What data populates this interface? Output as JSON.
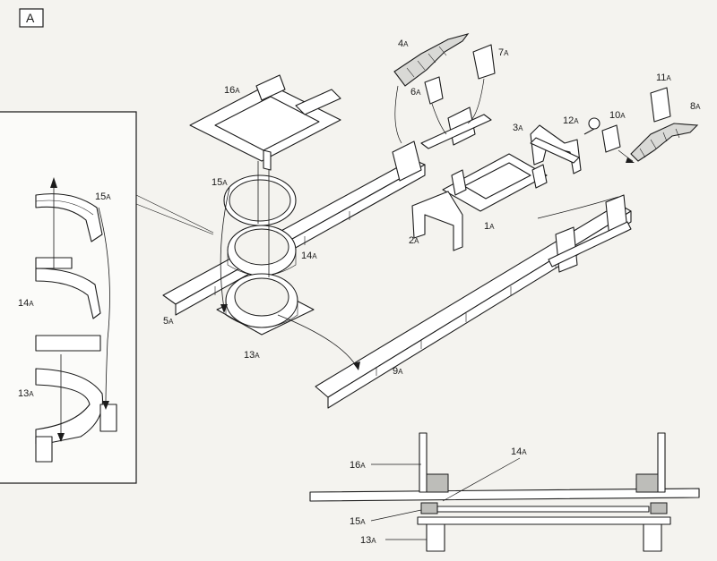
{
  "step": {
    "letter": "A"
  },
  "colors": {
    "ink": "#1c1c1c",
    "paper": "#f4f3ef",
    "section": "#bdbdb9"
  },
  "labels": {
    "p1": "1",
    "p2": "2",
    "p3": "3",
    "p4": "4",
    "p5": "5",
    "p6": "6",
    "p7": "7",
    "p8": "8",
    "p9": "9",
    "p10": "10",
    "p11": "11",
    "p12": "12",
    "p13": "13",
    "p14": "14",
    "p15": "15",
    "p16": "16",
    "suffix": "A"
  }
}
